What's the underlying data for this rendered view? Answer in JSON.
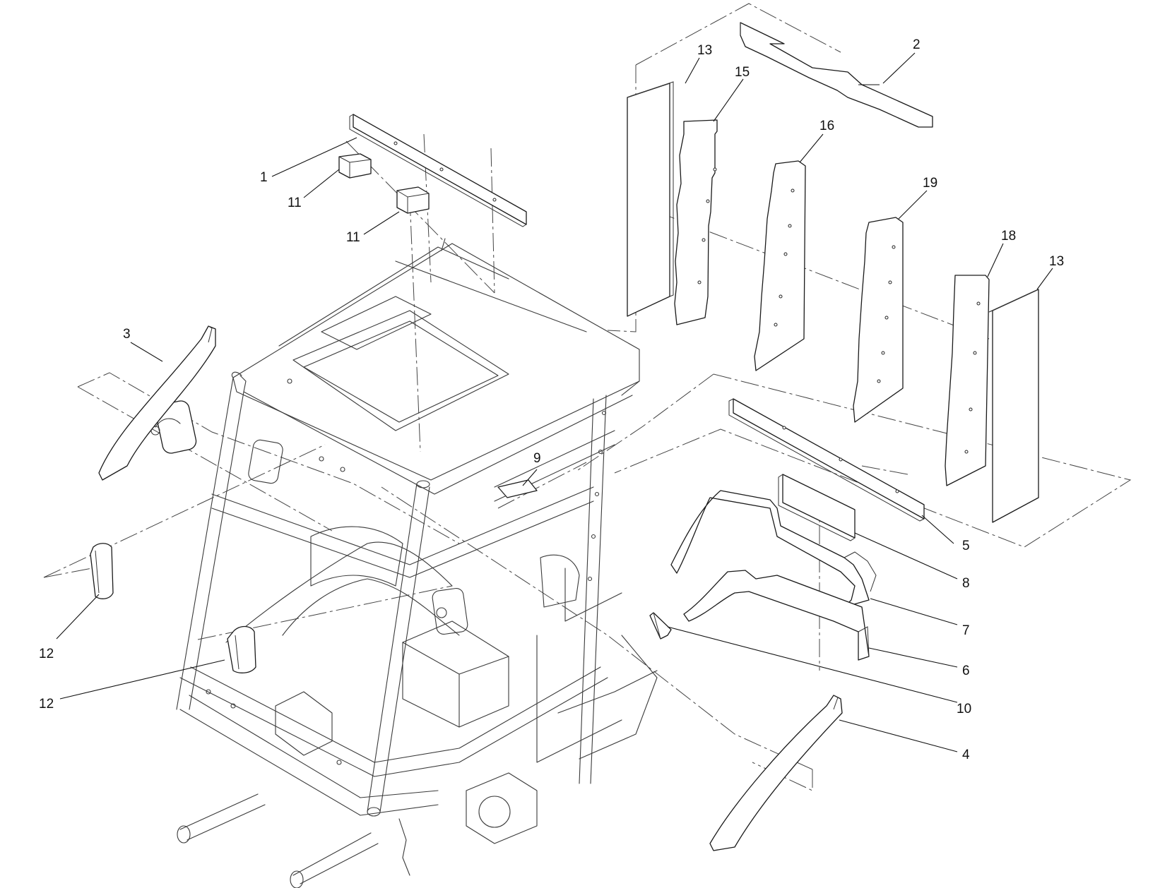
{
  "diagram": {
    "type": "exploded-parts-view",
    "line_color": "#1a1a1a",
    "background": "#ffffff",
    "callouts": [
      "1",
      "2",
      "3",
      "4",
      "5",
      "6",
      "7",
      "8",
      "9",
      "10",
      "11",
      "11",
      "12",
      "12",
      "13",
      "13",
      "15",
      "16",
      "18",
      "19"
    ]
  }
}
